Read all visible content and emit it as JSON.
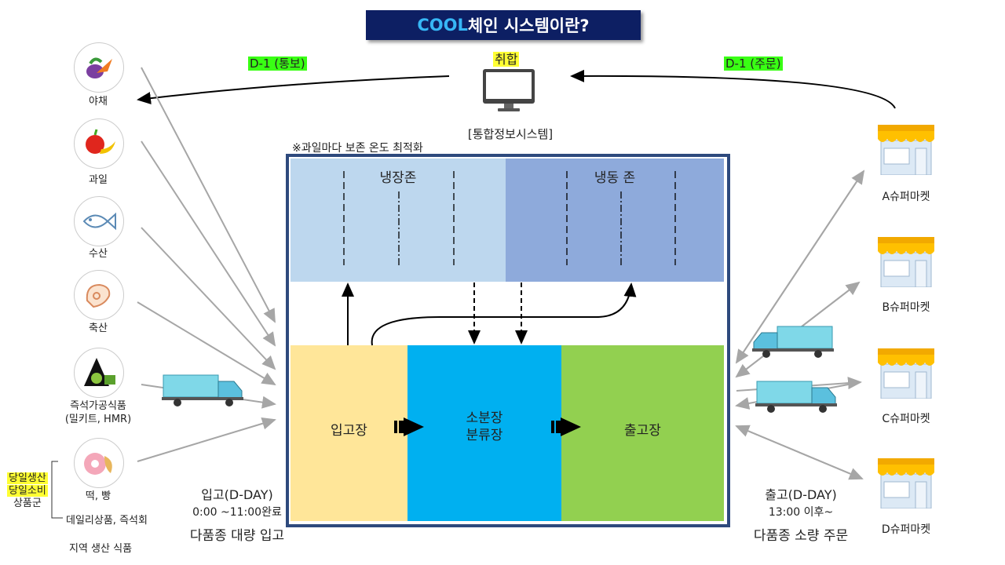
{
  "title": {
    "prefix": "COOL",
    "rest": "체인 시스템이란?"
  },
  "top": {
    "left_notice": "D-1 (통보)",
    "right_order": "D-1 (주문)",
    "aggregate": "취합",
    "system": "[통합정보시스템]"
  },
  "temp_note": "※과일마다 보존 온도 최적화",
  "sources": [
    {
      "label": "야채",
      "icon": "vegetable-icon"
    },
    {
      "label": "과일",
      "icon": "fruit-icon"
    },
    {
      "label": "수산",
      "icon": "fish-icon"
    },
    {
      "label": "축산",
      "icon": "meat-icon"
    },
    {
      "label": "즉석가공식품\n(밀키트, HMR)",
      "icon": "processed-food-icon"
    },
    {
      "label": "떡, 빵",
      "icon": "bakery-icon"
    }
  ],
  "daily": {
    "line1": "당일생산",
    "line2": "당일소비",
    "line3": "상품군",
    "deli": "데일리상품, 즉석회"
  },
  "local": "지역 생산 식품",
  "zones": {
    "cold": "냉장존",
    "frozen": "냉동 존"
  },
  "docks": {
    "in": "입고장",
    "sort1": "소분장",
    "sort2": "분류장",
    "out": "출고장"
  },
  "inbound": {
    "line1": "입고(D-DAY)",
    "line2": "0:00 ~11:00완료",
    "line3": "다품종 대량 입고"
  },
  "outbound": {
    "line1": "출고(D-DAY)",
    "line2": "13:00 이후~",
    "line3": "다품종 소량 주문"
  },
  "stores": [
    "A슈퍼마켓",
    "B슈퍼마켓",
    "C슈퍼마켓",
    "D슈퍼마켓"
  ],
  "colors": {
    "title_bg": "#0d1f63",
    "cool": "#37b7f5",
    "cold": "#bdd7ee",
    "frozen": "#8eaadb",
    "dock_in": "#ffe699",
    "dock_sort": "#00b0f0",
    "dock_out": "#92d050",
    "highlight_green": "#39ff14",
    "highlight_yellow": "#ffff33"
  }
}
